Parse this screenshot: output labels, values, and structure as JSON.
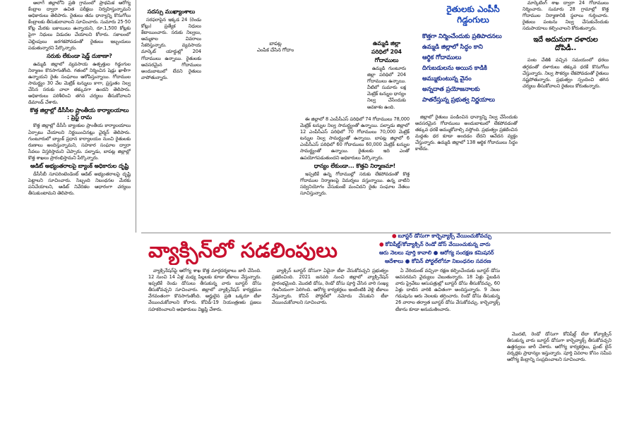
{
  "col1": {
    "top": "అలాగే జిల్లాలోని ప్రతి గ్రామంలో ప్రాథమిక ఆరోగ్య కేంద్రాల ద్వారా ఉచిత పరీక్షలు నిర్వహిస్తున్నామని అధికారులు తెలిపారు. రైతులు తమ ధాన్యాన్ని కొనుగోలు కేంద్రాలకు తీసుకురావాలని సూచించారు. సుమారు 25-50 కోట్ల మేరకు బకాయిలు ఉన్నాయని, రూ.1,500 కోట్లకు పైగా నిధులు విడుదల చేయాలని కోరారు. సకాలంలో చెల్లింపులు జరగకపోవడంతో రైతులు ఇబ్బందులు పడుతున్నారని పేర్కొన్నారు.",
    "sub1": "సరుకు లేకుండా షెడ్డ్ దుకాణా?",
    "p2": "ఉమ్మడి జిల్లాలో వ్యవసాయ ఉత్పత్తుల గిడ్డంగుల నిర్మాణం కొనసాగుతోంది. గతంలో నిర్మించిన షెడ్లు ఖాళీగా ఉన్నాయని రైతు సంఘాలు ఆరోపిస్తున్నాయి. గోదాముల సామర్థ్యం 30 వేల మెట్రిక్ టన్నులు కాగా, ప్రస్తుతం నిల్వ చేసిన సరుకు చాలా తక్కువగా ఉందని తెలిపారు. అధికారులు పరిశీలించి తగిన చర్యలు తీసుకోవాలని డిమాండ్ చేశారు.",
    "sub2": "కొత్త జిల్లాల్లో డీసీసీల ప్రాంతీయ కార్యాలయాలు : ప్రెస్ట్ రామ",
    "p3": "కొత్త జిల్లాల్లో డీసీసీ బ్యాంకుల ప్రాంతీయ కార్యాలయాలు ఏర్పాటు చేయాలని నిర్ణయించినట్లు చైర్మన్ తెలిపారు. గుంటూరులో బ్యాంక్ ప్రధాన కార్యాలయం నుంచి రైతులకు రుణాలు అందిస్తున్నామని, సహకార సంఘాల ద్వారా సేవలు విస్తరిస్తామని చెప్పారు. పల్నాడు, బాపట్ల జిల్లాల్లో కొత్త శాఖలు ప్రారంభిస్తామని పేర్కొన్నారు.",
    "sub3": "ఆడిట్ అభ్యంతరాలపై బ్యాంక్ అధికారుల దృష్టి",
    "p4": "డీసీసీబీ సూపరింటెండెంట్ ఆడిట్ అభ్యంతరాలపై దృష్టి పెట్టాలని సూచించారు. సిబ్బంది నిబంధనల మేరకు పనిచేయాలని, ఆడిట్ నివేదికల ఆధారంగా చర్యలు తీసుకుంటామని తెలిపారు."
  },
  "col2": {
    "top": "సదస్సు ముఖ్యాంశాలు",
    "p1": "సరఫరాపైన ఇక్కడ 24 (రెండు కోట్లు) ప్రత్యేక నిధులు కేటాయించారు. సరుకు నిల్వలు, అమ్మకాల వివరాలు సేకరిస్తున్నారు. వ్యవసాయ మార్కెట్ యార్డుల్లో 204 గోదాములు ఉన్నాయి. రైతులకు అవసరమైన గోదాములు అందుబాటులో లేవని రైతులు వాపోతున్నారు.",
    "caption_a": "బాపట్ల",
    "caption_b": "ఎంపిక చేసిన గోదాం"
  },
  "col3": {
    "title_a": "ఉమ్మడి జిల్లా",
    "title_b": "పరిధిలో 204",
    "title_c": "గోదాములు",
    "p1": "ఉమ్మడి గుంటూరు జిల్లా పరిధిలో 204 గోదాములు ఉన్నాయి. వీటిలో సుమారు లక్ష మెట్రిక్ టన్నుల ధాన్యం నిల్వ చేసేందుకు అవకాశం ఉంది."
  },
  "mid": {
    "p1": "ఈ జిల్లాలో 8 ఎంపీసీఎస్ పరిధిలో 74 గోదాములు 78,000 మెట్రిక్ టన్నుల నిల్వ సామర్థ్యంతో ఉన్నాయి. పల్నాడు జిల్లాలో 12 ఎంపీసీఎస్ పరిధిలో 70 గోదాములు 70,000 మెట్రిక్ టన్నుల నిల్వ సామర్థ్యంతో ఉన్నాయి. బాపట్ల జిల్లాలో 6 ఎంపీసీఎస్ పరిధిలో 60 గోదాములు 60,000 మెట్రిక్ టన్నుల సామర్థ్యంతో ఉన్నాయి. రైతులకు ఇది ఎంతో ఉపయోగపడుతుందని అధికారులు పేర్కొన్నారు.",
    "sub": "ధాన్యం లేకుండా... కొత్తవి నిర్మాణమా!",
    "p2": "ఇప్పటికే ఉన్న గోదాముల్లో సరుకు లేకపోవడంతో కొత్త గోదాముల నిర్మాణంపై విమర్శలు వస్తున్నాయి. ఉన్న వాటిని సద్వినియోగం చేసుకుంటే మంచిదని రైతు సంఘాల నేతలు సూచిస్తున్నారు."
  },
  "right_head": {
    "line1": "రైతులకు ఎంపీసీ",
    "line2": "గిడ్డంగులు"
  },
  "right_teaser": [
    "కొత్తగా నిర్మించేందుకు ప్రతిపాదనలు",
    "ఉమ్మడి జిల్లాలో సిద్ధం కాని",
    "ఆర్థిక గోదాములు",
    "దిగుబడులను అయిన కాడికి",
    "అమ్ముకుంటున్న వైనం",
    "అన్నదాత ప్రయోజనాలకు",
    "పాతరేస్తున్న ప్రభుత్వ నిర్ణయాలు"
  ],
  "right_col": {
    "p1": "మార్కెటింగ్ శాఖ ద్వారా 24 గోదాములు నిర్మించారు. సుమారు 28 గ్రామాల్లో కొత్త గోదాముల నిర్మాణానికి స్థలాలు గుర్తించారు. రైతులు పంటను నిల్వ చేసుకునేందుకు సదుపాయాలు కల్పించాలని కోరుతున్నారు.",
    "sub": "ఇదే అదునుగా దళారుల దోపిడీ..",
    "p2": "పంట చేతికి వచ్చిన సమయంలో ధరలు తగ్గడంతో దళారులు తక్కువ ధరకే కొనుగోలు చేస్తున్నారు. నిల్వ సౌకర్యం లేకపోవడంతో రైతులు నష్టపోతున్నారు. ప్రభుత్వం స్పందించి తగిన చర్యలు తీసుకోవాలని రైతులు కోరుతున్నారు."
  },
  "mid2": {
    "p1": "జిల్లాలో రైతులు పండించిన ధాన్యాన్ని నిల్వ చేసేందుకు అవసరమైన గోదాములు అందుబాటులో లేకపోవడంతో తక్కువ ధరకే అమ్ముకోవాల్సి వస్తోంది. ప్రభుత్వం ప్రకటించిన మద్దతు ధర కూడా అందడం లేదని ఆవేదన వ్యక్తం చేస్తున్నారు. ఉమ్మడి జిల్లాలో 138 ఆర్థిక గోదాములు సిద్ధం కాలేదు."
  },
  "main_headline": "వ్యాక్సిన్‌లో సడలింపులు",
  "headline_bullets": [
    "బూస్టర్ డోసుగా కార్బెవ్యాక్స్ వేయించుకోవచ్చు",
    "కోవిషీల్డ్/కోవ్యాక్సిన్ రెండో డోస్ వేయించుకున్న వారు",
    "ఆరు నెలలు పూర్తి కావాలి ● ఆరోగ్య సంరక్షణ కమిషనర్",
    "ఆదేశాలు ● కోవిన్ పోర్టల్‌లోనూ నిబంధనల సవరణ"
  ],
  "bottom": {
    "c1": "వ్యాక్సినేషన్‌పై ఆరోగ్య శాఖ కొత్త మార్గదర్శకాలు జారీ చేసింది. 12 నుంచి 14 ఏళ్ల మధ్య పిల్లలకు కూడా టీకాలు వేస్తున్నారు. ఇప్పటికే రెండు డోసులు తీసుకున్న వారు బూస్టర్ డోసు తీసుకోవచ్చని సూచించారు. జిల్లాలో వ్యాక్సినేషన్ కార్యక్రమం వేగవంతంగా కొనసాగుతోంది. అర్హులైన ప్రతి ఒక్కరూ టీకా వేయించుకోవాలని కోరారు. కోవిడ్-19 నియంత్రణకు ప్రజలు సహకరించాలని అధికారులు విజ్ఞప్తి చేశారు.",
    "c2": "వ్యాక్సిన్ బూస్టర్ డోసుగా ఏదైనా టీకా వేసుకోవచ్చని ప్రభుత్వం ప్రకటించింది. 2021 జనవరి నుంచి జిల్లాలో వ్యాక్సినేషన్ ప్రారంభమైంది. మొదటి డోసు, రెండో డోసు పూర్తి చేసిన వారి సంఖ్య గణనీయంగా పెరిగింది. ఆరోగ్య కార్యకర్తలు ఇంటింటికి వెళ్లి టీకాలు వేస్తున్నారు. కోవిన్ పోర్టల్‌లో నమోదు చేసుకుని టీకా వేయించుకోవాలని సూచించారు.",
    "c3": "ఏ వేరియంట్ వచ్చినా రక్షణ కల్పించేందుకు బూస్టర్ డోసు అవసరమని వైద్యులు చెబుతున్నారు. 18 ఏళ్లు పైబడిన వారు ప్రైవేటు ఆసుపత్రుల్లో బూస్టర్ డోసు తీసుకోవచ్చు. 60 ఏళ్లు దాటిన వారికి ఉచితంగా అందిస్తున్నారు. 9 నెలల గడువును ఆరు నెలలకు తగ్గించారు. రెండో డోసు తీసుకున్న 26 వారాల తర్వాత బూస్టర్ డోసు వేసుకోవచ్చు. కార్బెవ్యాక్స్ టీకాను కూడా అనుమతించారు.",
    "c4": "మొదటి, రెండో డోసుగా కోవిషీల్డ్ లేదా కోవ్యాక్సిన్ తీసుకున్న వారు బూస్టర్ డోసుగా కార్బెవ్యాక్స్ తీసుకోవచ్చని ఉత్తర్వులు జారీ చేశారు. ఆరోగ్య కార్యకర్తలు, ఫ్రంట్ లైన్ వర్కర్లకు ప్రాధాన్యం ఇస్తున్నారు. పూర్తి వివరాల కోసం సమీప ఆరోగ్య కేంద్రాన్ని సంప్రదించాలని సూచించారు."
  }
}
